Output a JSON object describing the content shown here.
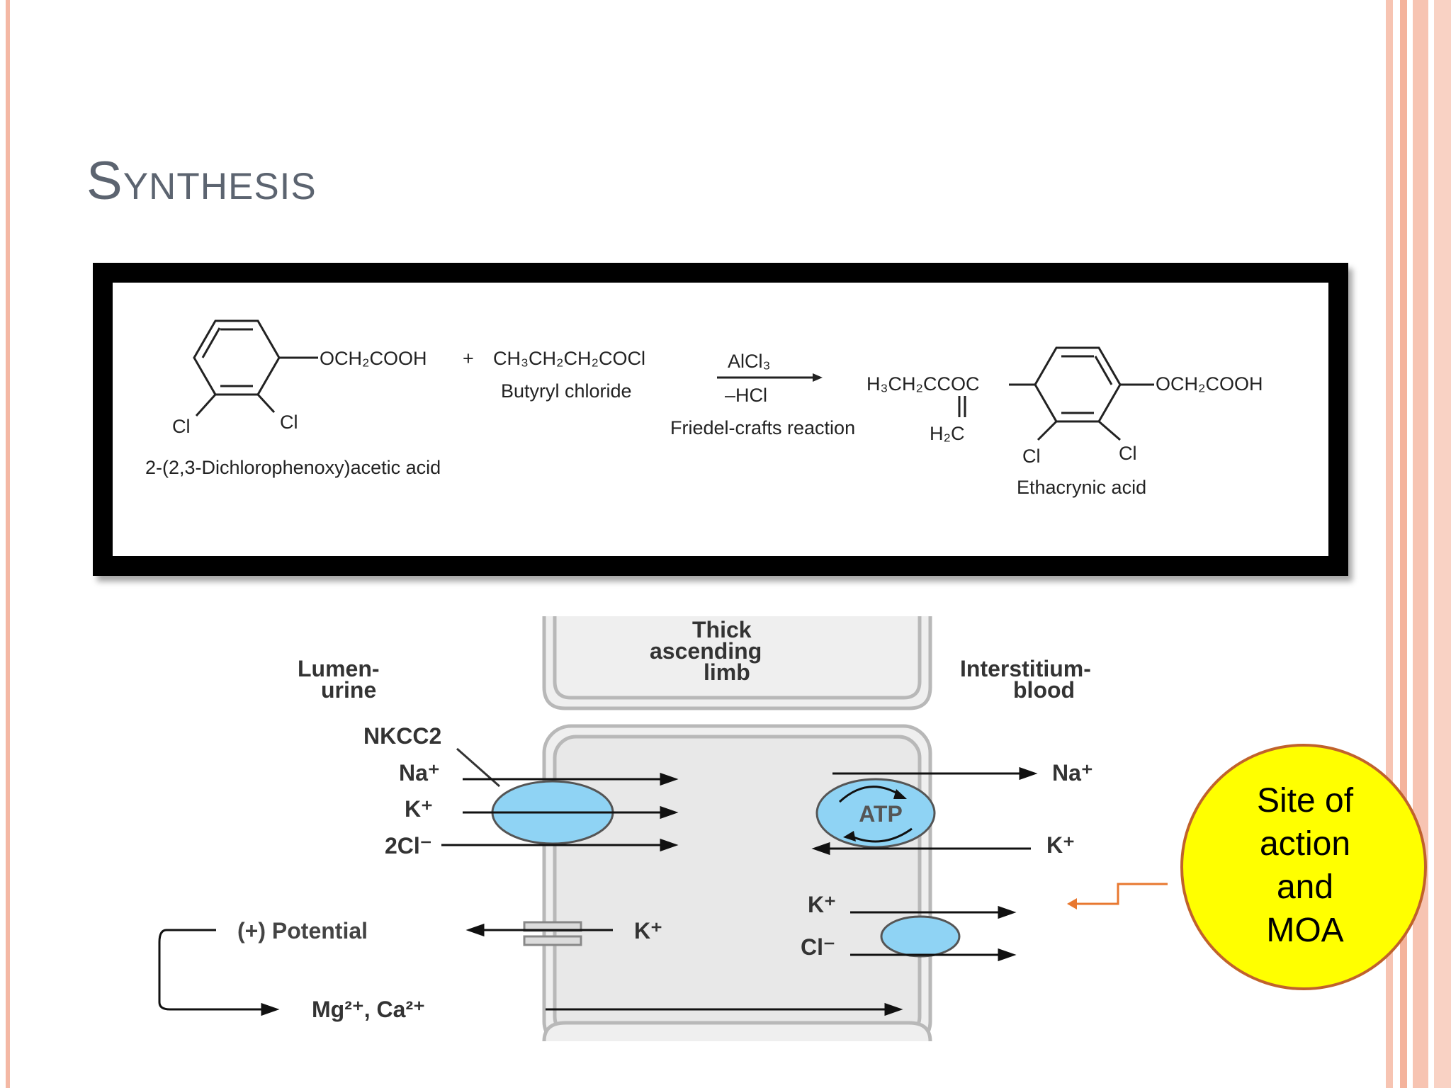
{
  "slide": {
    "title": "Synthesis"
  },
  "synthesis": {
    "reactant1_substituent": "OCH₂COOH",
    "plus": "+",
    "reactant2_formula": "CH₃CH₂CH₂COCl",
    "reactant2_name": "Butyryl chloride",
    "reactant1_cl_left": "Cl",
    "reactant1_cl_right": "Cl",
    "reactant1_name": "2-(2,3-Dichlorophenoxy)acetic acid",
    "catalyst": "AlCl₃",
    "byproduct": "–HCl",
    "reaction_name": "Friedel-crafts reaction",
    "product_left_group": "H₃CH₂CCOC",
    "product_methylene": "H₂C",
    "product_substituent": "OCH₂COOH",
    "product_cl_left": "Cl",
    "product_cl_right": "Cl",
    "product_name": "Ethacrynic acid"
  },
  "mechanism": {
    "segment_label_line1": "Thick",
    "segment_label_line2": "ascending",
    "segment_label_line3": "limb",
    "lumen_line1": "Lumen-",
    "lumen_line2": "urine",
    "interstitium_line1": "Interstitium-",
    "interstitium_line2": "blood",
    "transporter": "NKCC2",
    "ion_na_in": "Na⁺",
    "ion_k_in": "K⁺",
    "ion_2cl_in": "2Cl⁻",
    "pump": "ATP",
    "ion_na_out": "Na⁺",
    "ion_k_pump": "K⁺",
    "ion_k_cotrans": "K⁺",
    "ion_cl_cotrans": "Cl⁻",
    "potential": "(+) Potential",
    "ion_k_channel": "K⁺",
    "divalent": "Mg²⁺, Ca²⁺"
  },
  "callout": {
    "text_line1": "Site of",
    "text_line2": "action",
    "text_line3": "and",
    "text_line4": "MOA"
  },
  "colors": {
    "title": "#5c6470",
    "frame_stripe": "#f4b8a4",
    "transporter_fill": "#8fd3f4",
    "callout_fill": "#ffff00",
    "callout_border": "#c0622c",
    "pointer_arrow": "#e87830"
  }
}
